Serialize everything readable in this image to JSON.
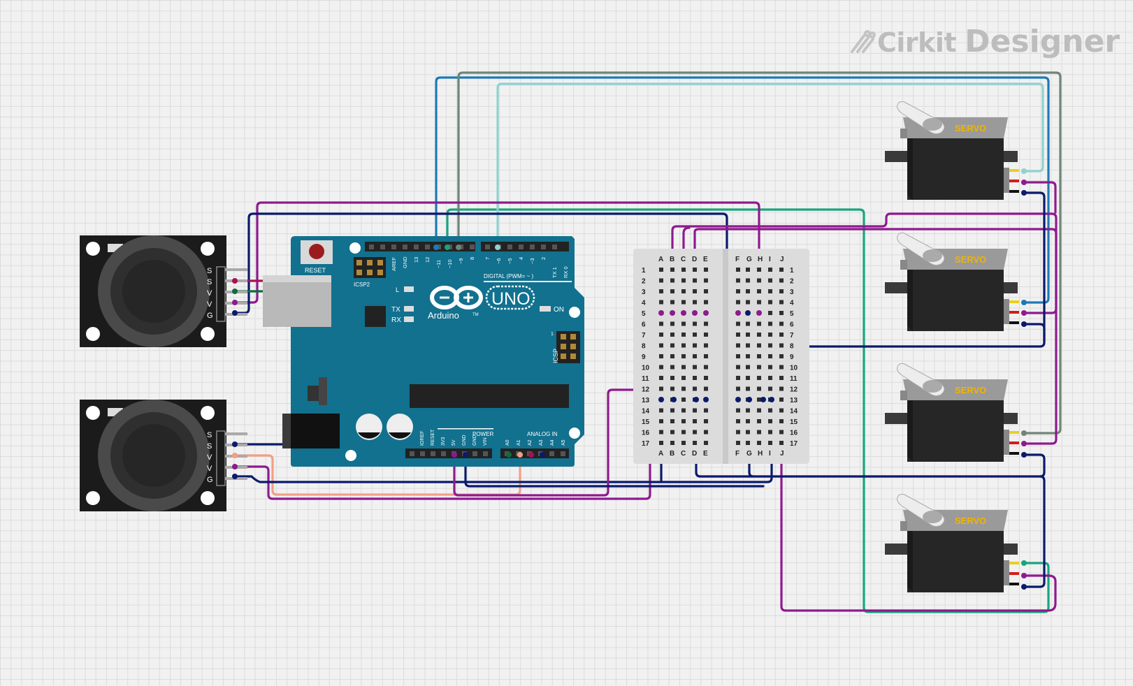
{
  "watermark": {
    "brand": "Cirkit",
    "product": "Designer"
  },
  "arduino": {
    "reset_label": "RESET",
    "icsp2_label": "ICSP2",
    "icsp_label": "ICSP",
    "icsp_pin1": "1",
    "brand": "Arduino",
    "model": "UNO",
    "tm": "TM",
    "on_label": "ON",
    "tx_label": "TX",
    "rx_label": "RX",
    "l_label": "L",
    "digital_label": "DIGITAL (PWM= ~ )",
    "power_label": "POWER",
    "analog_label": "ANALOG IN",
    "digital_pins": [
      "AREF",
      "GND",
      "13",
      "12",
      "~11",
      "~10",
      "~9",
      "8",
      "7",
      "~6",
      "~5",
      "4",
      "~3",
      "2",
      "TX 1",
      "RX 0"
    ],
    "power_pins": [
      "IOREF",
      "RESET",
      "3V3",
      "5V",
      "GND",
      "GND",
      "VIN"
    ],
    "analog_pins": [
      "A0",
      "A1",
      "A2",
      "A3",
      "A4",
      "A5"
    ]
  },
  "joysticks": [
    {
      "pin_labels": [
        "S",
        "S",
        "V",
        "V",
        "G"
      ]
    },
    {
      "pin_labels": [
        "S",
        "S",
        "V",
        "V",
        "G"
      ]
    }
  ],
  "breadboard": {
    "columns_left": [
      "A",
      "B",
      "C",
      "D",
      "E"
    ],
    "columns_right": [
      "F",
      "G",
      "H",
      "I",
      "J"
    ],
    "rows": [
      "1",
      "2",
      "3",
      "4",
      "5",
      "6",
      "7",
      "8",
      "9",
      "10",
      "11",
      "12",
      "13",
      "14",
      "15",
      "16",
      "17"
    ]
  },
  "servos": [
    {
      "label": "SERVO"
    },
    {
      "label": "SERVO"
    },
    {
      "label": "SERVO"
    },
    {
      "label": "SERVO"
    }
  ],
  "colors": {
    "purple": "#8e1a8e",
    "navy": "#0b1a6b",
    "blue": "#1c7ab8",
    "gray_green": "#6f8577",
    "light_teal": "#8ed3cf",
    "teal": "#18a57e",
    "dark_green": "#0f6b3a",
    "salmon": "#f2a084",
    "magenta_red": "#a8124f",
    "board_teal": "#11718f"
  }
}
